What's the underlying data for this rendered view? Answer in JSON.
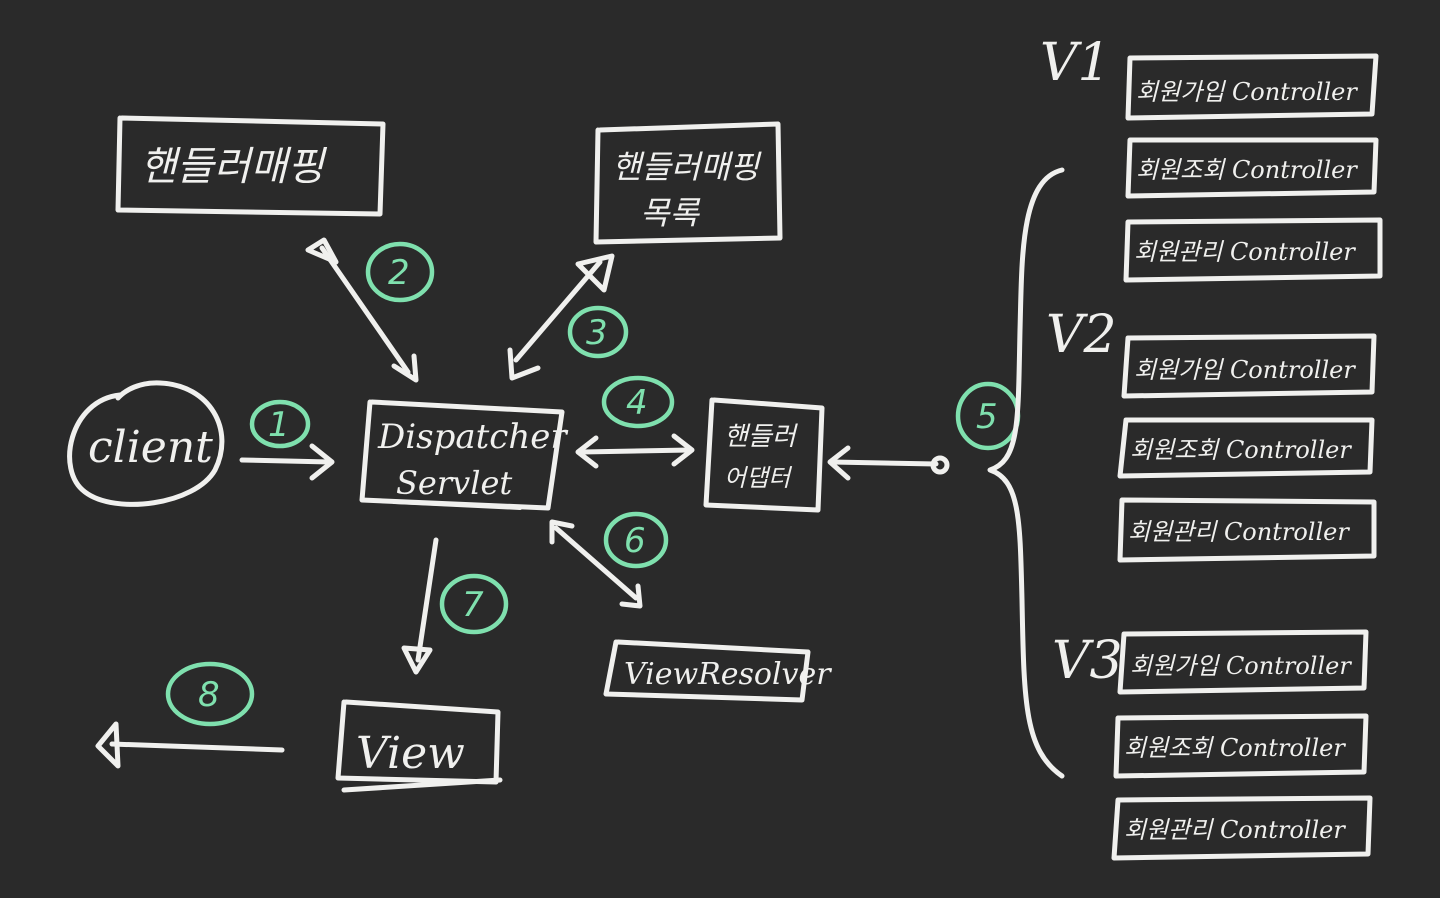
{
  "nodes": {
    "client": "client",
    "handler_mapping": "핸들러매핑",
    "handler_mapping_list_l1": "핸들러매핑",
    "handler_mapping_list_l2": "목록",
    "dispatcher_l1": "Dispatcher",
    "dispatcher_l2": "Servlet",
    "handler_adapter_l1": "핸들러",
    "handler_adapter_l2": "어댑터",
    "view_resolver": "ViewResolver",
    "view": "View"
  },
  "steps": [
    "1",
    "2",
    "3",
    "4",
    "5",
    "6",
    "7",
    "8"
  ],
  "versions": {
    "v1": {
      "label": "V1",
      "controllers": [
        "회원가입 Controller",
        "회원조회 Controller",
        "회원관리 Controller"
      ]
    },
    "v2": {
      "label": "V2",
      "controllers": [
        "회원가입 Controller",
        "회원조회 Controller",
        "회원관리 Controller"
      ]
    },
    "v3": {
      "label": "V3",
      "controllers": [
        "회원가입 Controller",
        "회원조회 Controller",
        "회원관리 Controller"
      ]
    }
  },
  "colors": {
    "background": "#2a2a2a",
    "chalk": "#f0f0ee",
    "step_number": "#7fe0ae"
  }
}
